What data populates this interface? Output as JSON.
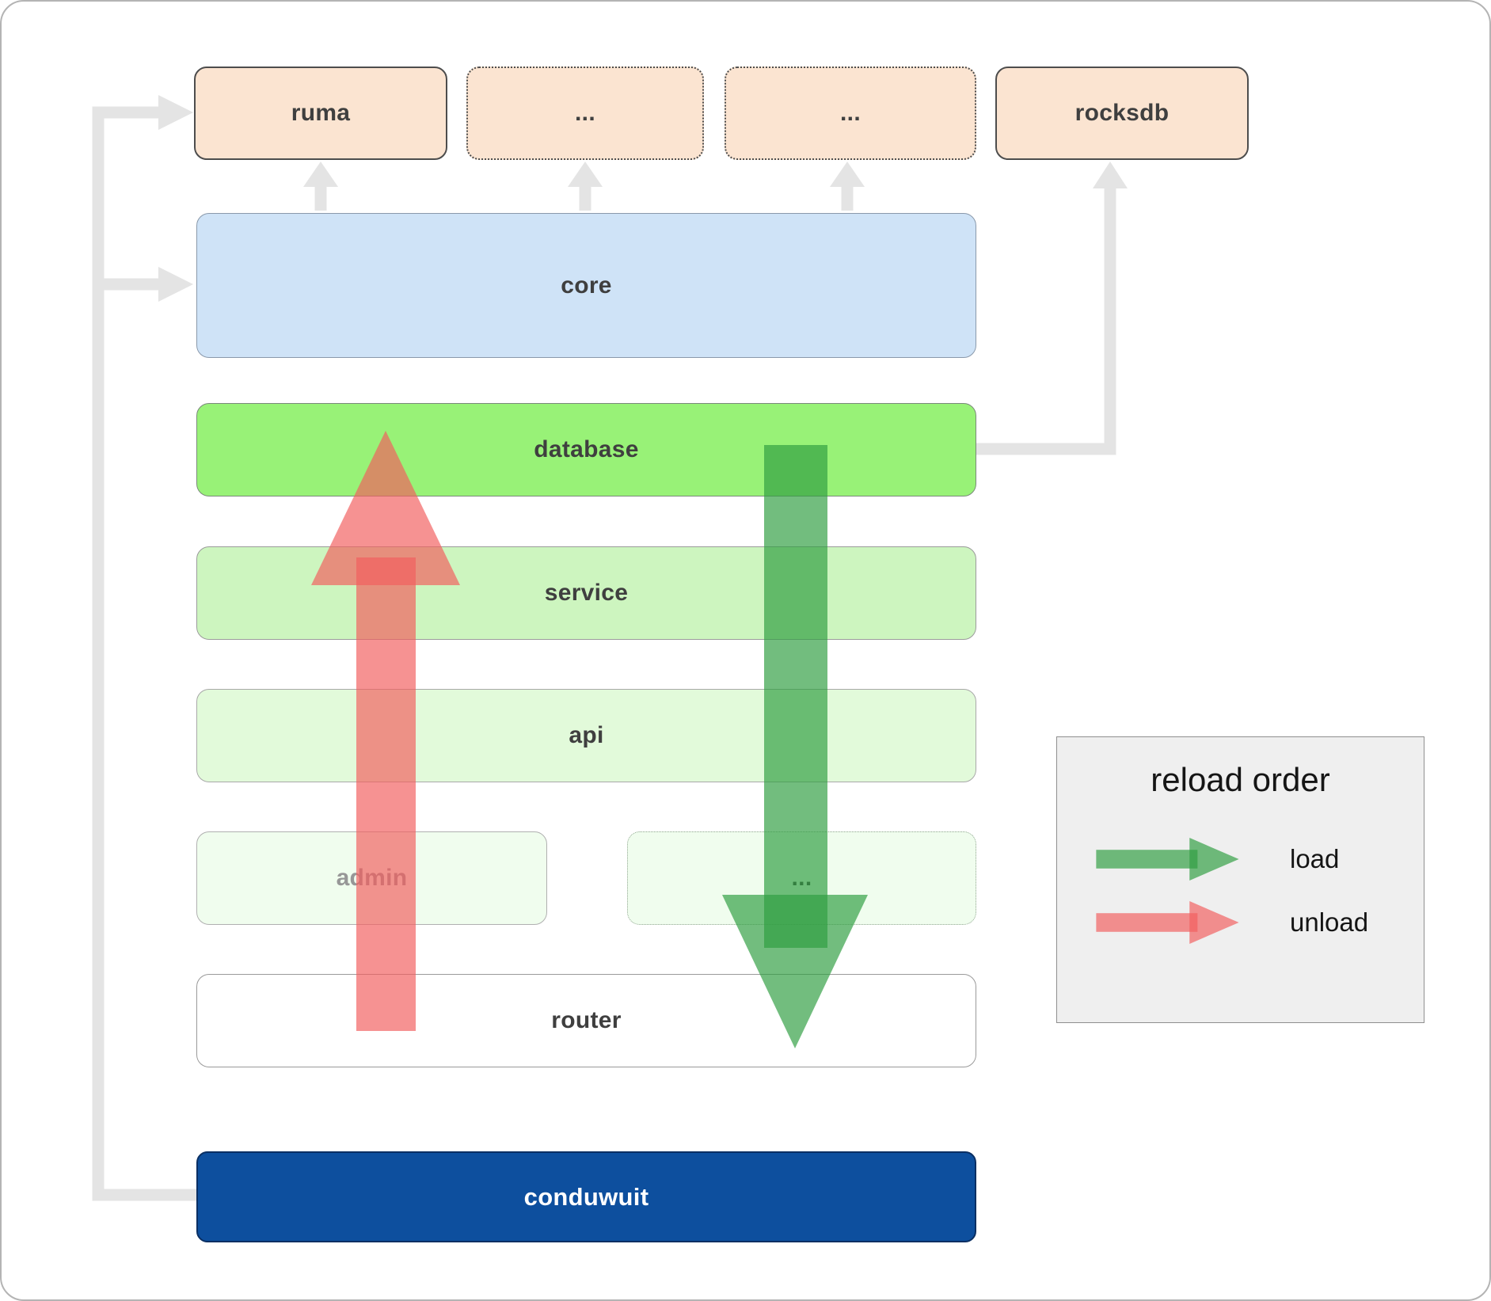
{
  "diagram": {
    "boxes": {
      "ruma": {
        "label": "ruma"
      },
      "ellipsis_top_left": {
        "label": "..."
      },
      "ellipsis_top_right": {
        "label": "..."
      },
      "rocksdb": {
        "label": "rocksdb"
      },
      "core": {
        "label": "core"
      },
      "database": {
        "label": "database"
      },
      "service": {
        "label": "service"
      },
      "api": {
        "label": "api"
      },
      "admin": {
        "label": "admin"
      },
      "ellipsis_modules": {
        "label": "..."
      },
      "router": {
        "label": "router"
      },
      "conduwuit": {
        "label": "conduwuit"
      }
    },
    "legend": {
      "title": "reload order",
      "items": [
        {
          "label": "load",
          "arrow": "green-right-arrow"
        },
        {
          "label": "unload",
          "arrow": "red-right-arrow"
        }
      ]
    },
    "colors": {
      "peach": "#fbe4d1",
      "core_blue": "#cfe3f7",
      "database_green": "#98f277",
      "service_green": "#cdf5bf",
      "api_green": "#e2fada",
      "admin_green": "#f0fdee",
      "conduwuit_blue": "#0d4f9e",
      "load_green": "#2f9e41",
      "unload_red": "#f15e5e",
      "connector_gray": "#e4e4e4"
    }
  }
}
